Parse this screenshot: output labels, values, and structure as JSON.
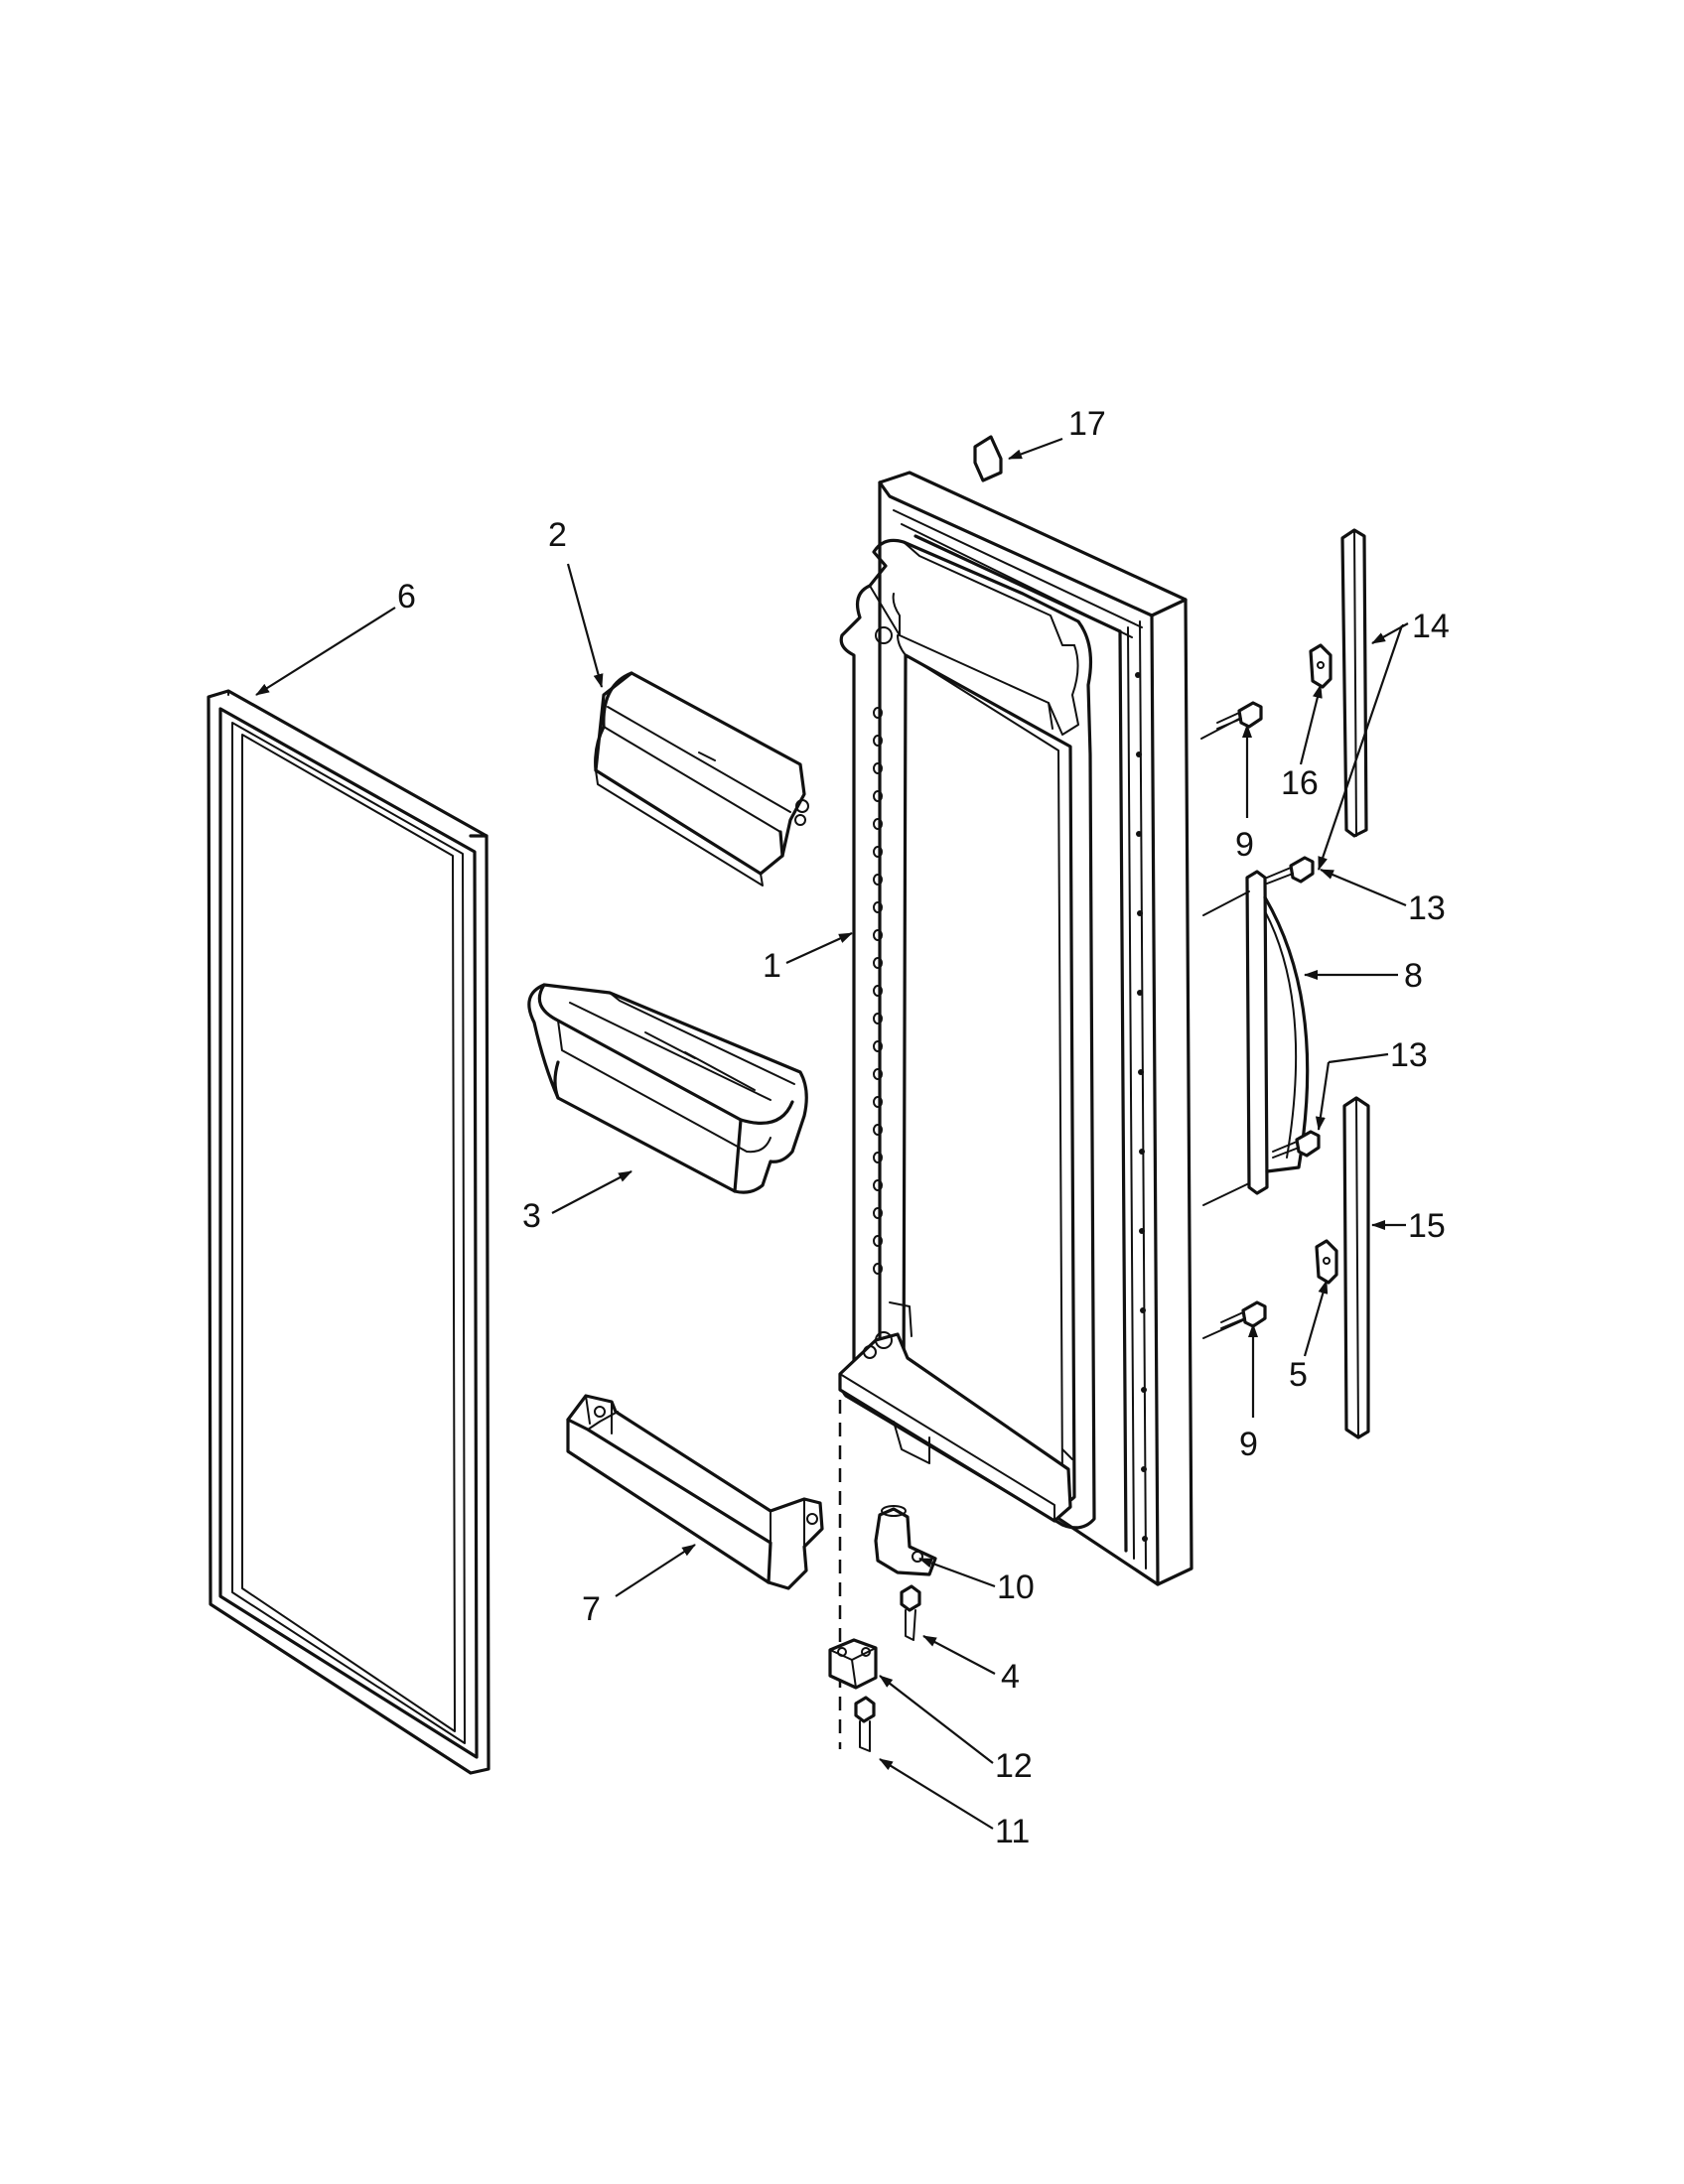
{
  "callouts": [
    {
      "id": "c1",
      "label": "1"
    },
    {
      "id": "c2",
      "label": "2"
    },
    {
      "id": "c3",
      "label": "3"
    },
    {
      "id": "c4",
      "label": "4"
    },
    {
      "id": "c5",
      "label": "5"
    },
    {
      "id": "c6",
      "label": "6"
    },
    {
      "id": "c7",
      "label": "7"
    },
    {
      "id": "c8",
      "label": "8"
    },
    {
      "id": "c9a",
      "label": "9"
    },
    {
      "id": "c9b",
      "label": "9"
    },
    {
      "id": "c10",
      "label": "10"
    },
    {
      "id": "c11",
      "label": "11"
    },
    {
      "id": "c12",
      "label": "12"
    },
    {
      "id": "c13a",
      "label": "13"
    },
    {
      "id": "c13b",
      "label": "13"
    },
    {
      "id": "c14",
      "label": "14"
    },
    {
      "id": "c15",
      "label": "15"
    },
    {
      "id": "c16",
      "label": "16"
    },
    {
      "id": "c17",
      "label": "17"
    }
  ]
}
